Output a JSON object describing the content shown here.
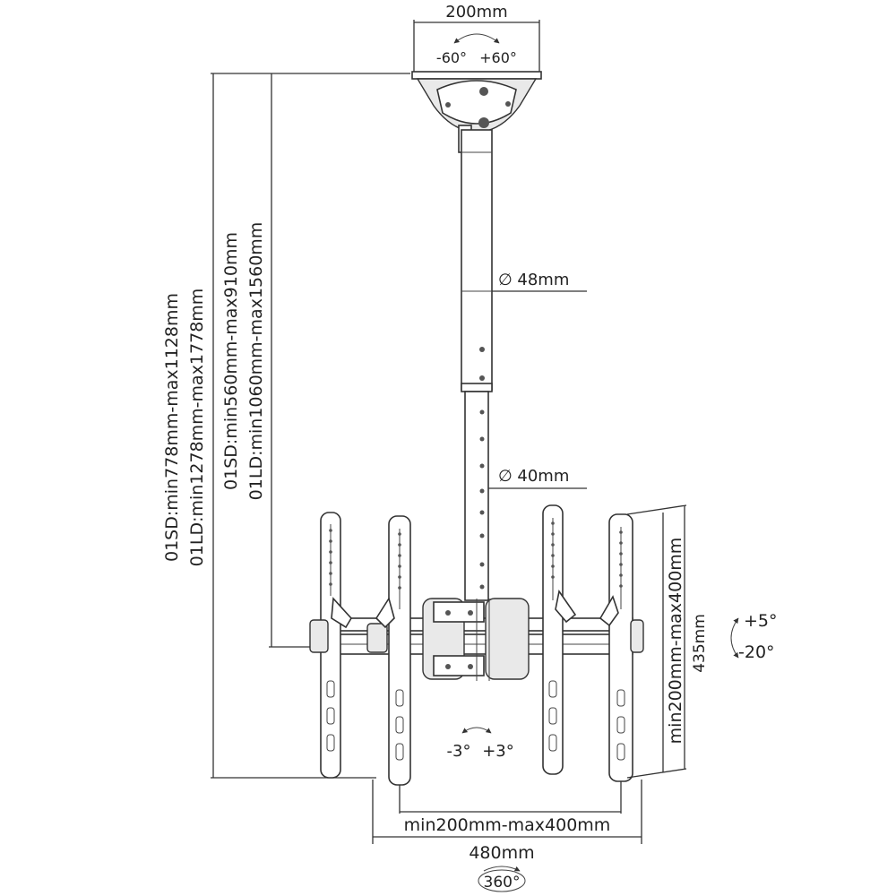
{
  "diagram": {
    "top_width": "200mm",
    "top_rotation_left": "-60°",
    "top_rotation_right": "+60°",
    "pole_upper_diameter": "∅ 48mm",
    "pole_lower_diameter": "∅ 40mm",
    "height_sd_overall": "01SD:min778mm-max1128mm",
    "height_ld_overall": "01LD:min1278mm-max1778mm",
    "height_sd_pole": "01SD:min560mm-max910mm",
    "height_ld_pole": "01LD:min1060mm-max1560mm",
    "vesa_vertical": "min200mm-max400mm",
    "arm_height": "435mm",
    "tilt_up": "+5°",
    "tilt_down": "-20°",
    "level_left": "-3°",
    "level_right": "+3°",
    "vesa_horizontal": "min200mm-max400mm",
    "bar_width": "480mm",
    "swivel": "360°"
  }
}
